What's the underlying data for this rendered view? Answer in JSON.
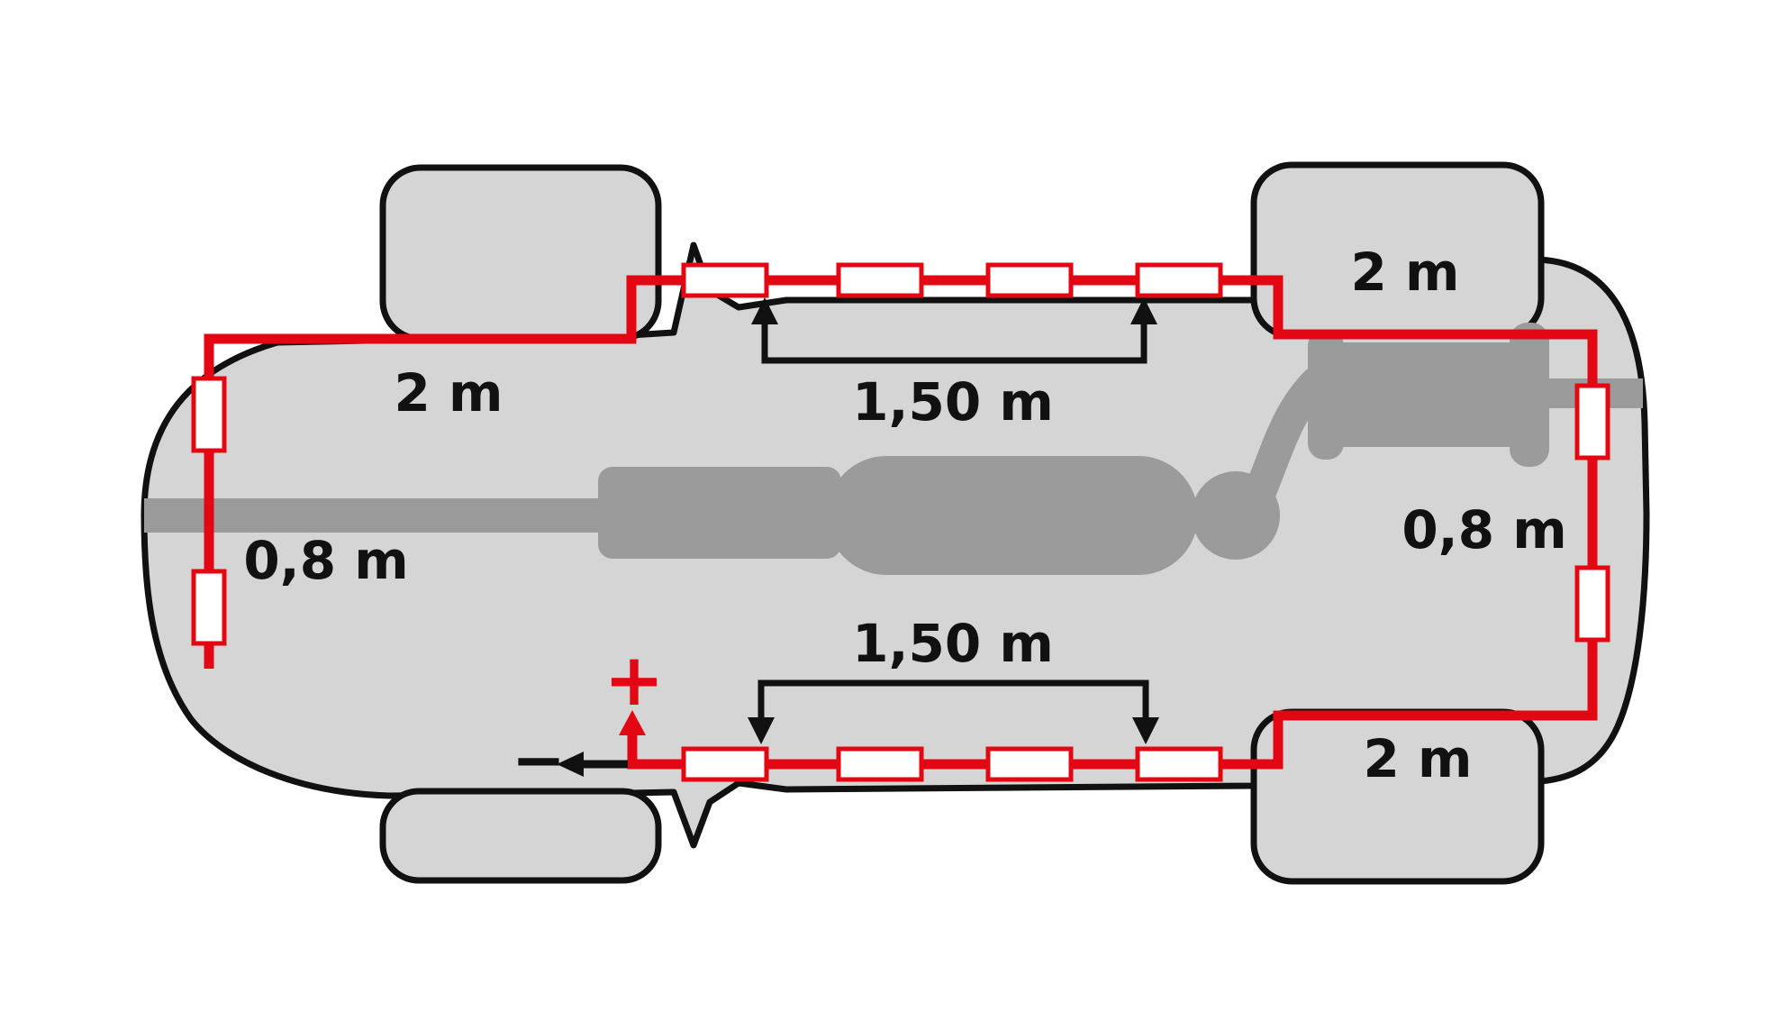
{
  "diagram": {
    "type": "vehicle-underbody-antenna-wiring-diagram",
    "measurements": {
      "front_top": "2 m",
      "rear_top": "2 m",
      "rear_bottom": "2 m",
      "top_section": "1,50 m",
      "bottom_section": "1,50 m",
      "front_side": "0,8 m",
      "rear_side": "0,8 m"
    },
    "terminals": {
      "positive": "+",
      "negative": "−"
    },
    "components": {
      "top_run_count": 4,
      "bottom_run_count": 4,
      "left_side_count": 2,
      "right_side_count": 2
    },
    "colors": {
      "wire": "#e30613",
      "body_fill": "#d5d5d5",
      "outline": "#111111",
      "drivetrain": "#9b9b9b",
      "component_fill": "#ffffff",
      "background": "#ffffff"
    }
  }
}
